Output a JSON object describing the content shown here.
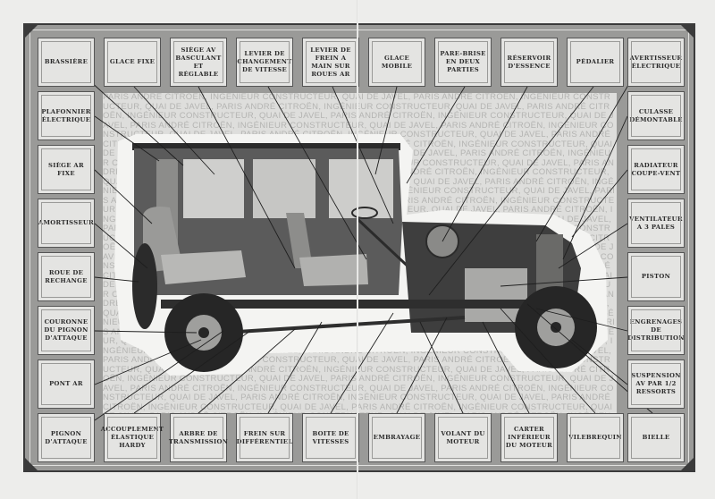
{
  "background_text": "PARIS ANDRÉ CITROËN, INGÉNIEUR CONSTRUCTEUR, QUAI DE JAVEL,",
  "colors": {
    "frame": "#9a9a98",
    "box": "#e4e4e2",
    "ink": "#2a2a2a",
    "photo_bg": "#dededc"
  },
  "labels": {
    "top": [
      "BRASSIÈRE",
      "GLACE FIXE",
      "SIÈGE AV BASCULANT ET RÉGLABLE",
      "LEVIER DE CHANGEMENT DE VITESSE",
      "LEVIER DE FREIN A MAIN SUR ROUES AR",
      "GLACE MOBILE",
      "PARE-BRISE EN DEUX PARTIES",
      "RÉSERVOIR D'ESSENCE",
      "PÉDALIER",
      "AVERTISSEUR ÉLECTRIQUE"
    ],
    "left": [
      "PLAFONNIER ÉLECTRIQUE",
      "SIÈGE AR FIXE",
      "AMORTISSEUR",
      "ROUE DE RECHANGE",
      "COURONNE DU PIGNON D'ATTAQUE",
      "PONT AR"
    ],
    "right": [
      "CULASSE DÉMONTABLE",
      "RADIATEUR COUPE-VENT",
      "VENTILATEUR A 3 PALES",
      "PISTON",
      "ENGRENAGES DE DISTRIBUTION",
      "SUSPENSION AV PAR 1/2 RESSORTS"
    ],
    "bottom": [
      "PIGNON D'ATTAQUE",
      "ACCOUPLEMENT ÉLASTIQUE HARDY",
      "ARBRE DE TRANSMISSION",
      "FREIN SUR DIFFÉRENTIEL",
      "BOITE DE VITESSES",
      "EMBRAYAGE",
      "VOLANT DU MOTEUR",
      "CARTER INFÉRIEUR DU MOTEUR",
      "VILEBREQUIN",
      "BIELLE"
    ]
  }
}
